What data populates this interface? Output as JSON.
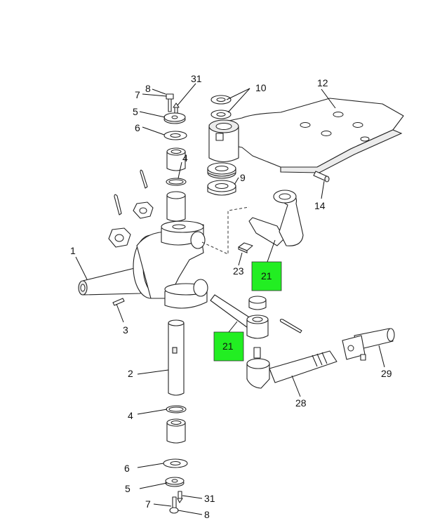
{
  "diagram": {
    "callouts": {
      "c1": "1",
      "c2": "2",
      "c3": "3",
      "c4a": "4",
      "c4b": "4",
      "c5a": "5",
      "c5b": "5",
      "c6a": "6",
      "c6b": "6",
      "c7a": "7",
      "c7b": "7",
      "c8a": "8",
      "c8b": "8",
      "c9": "9",
      "c10": "10",
      "c12": "12",
      "c14": "14",
      "c21a": "21",
      "c21b": "21",
      "c23": "23",
      "c28": "28",
      "c29": "29",
      "c31a": "31",
      "c31b": "31"
    },
    "highlight_color": "#22ee22"
  }
}
